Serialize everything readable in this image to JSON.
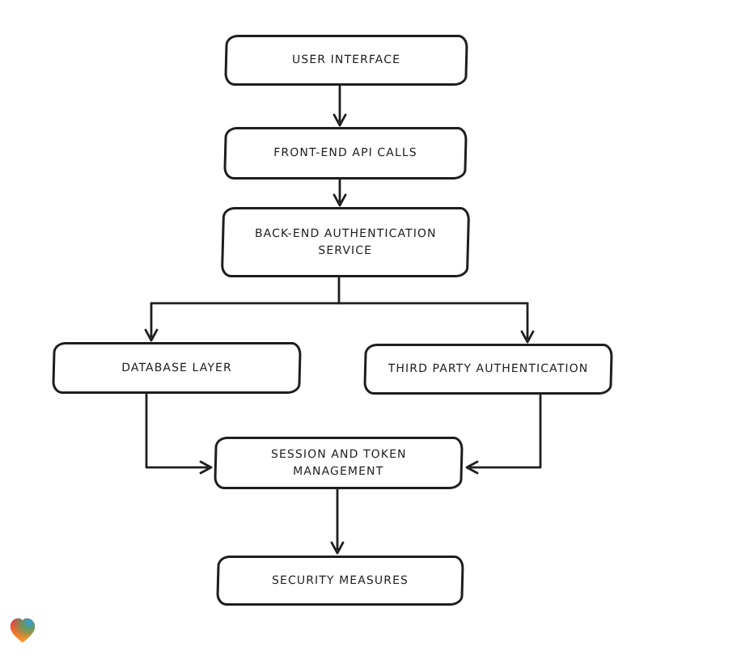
{
  "canvas": {
    "background": "#ffffff",
    "stroke_color": "#1e1e1e"
  },
  "diagram": {
    "type": "flowchart",
    "nodes": [
      {
        "id": "user-interface",
        "label": "USER INTERFACE"
      },
      {
        "id": "front-end-api-calls",
        "label": "FRONT-END API CALLS"
      },
      {
        "id": "back-end-authentication-service",
        "label": "BACK-END AUTHENTICATION\nSERVICE"
      },
      {
        "id": "database-layer",
        "label": "DATABASE LAYER"
      },
      {
        "id": "third-party-authentication",
        "label": "THIRD PARTY AUTHENTICATION"
      },
      {
        "id": "session-and-token-management",
        "label": "SESSION AND TOKEN\nMANAGEMENT"
      },
      {
        "id": "security-measures",
        "label": "SECURITY MEASURES"
      }
    ],
    "edges": [
      {
        "from": "user-interface",
        "to": "front-end-api-calls"
      },
      {
        "from": "front-end-api-calls",
        "to": "back-end-authentication-service"
      },
      {
        "from": "back-end-authentication-service",
        "to": "database-layer"
      },
      {
        "from": "back-end-authentication-service",
        "to": "third-party-authentication"
      },
      {
        "from": "database-layer",
        "to": "session-and-token-management"
      },
      {
        "from": "third-party-authentication",
        "to": "session-and-token-management"
      },
      {
        "from": "session-and-token-management",
        "to": "security-measures"
      }
    ]
  },
  "logo": {
    "name": "gradient-heart",
    "colors": [
      "#e8333f",
      "#2f9fe0",
      "#3aa86e",
      "#f59c2f"
    ]
  }
}
